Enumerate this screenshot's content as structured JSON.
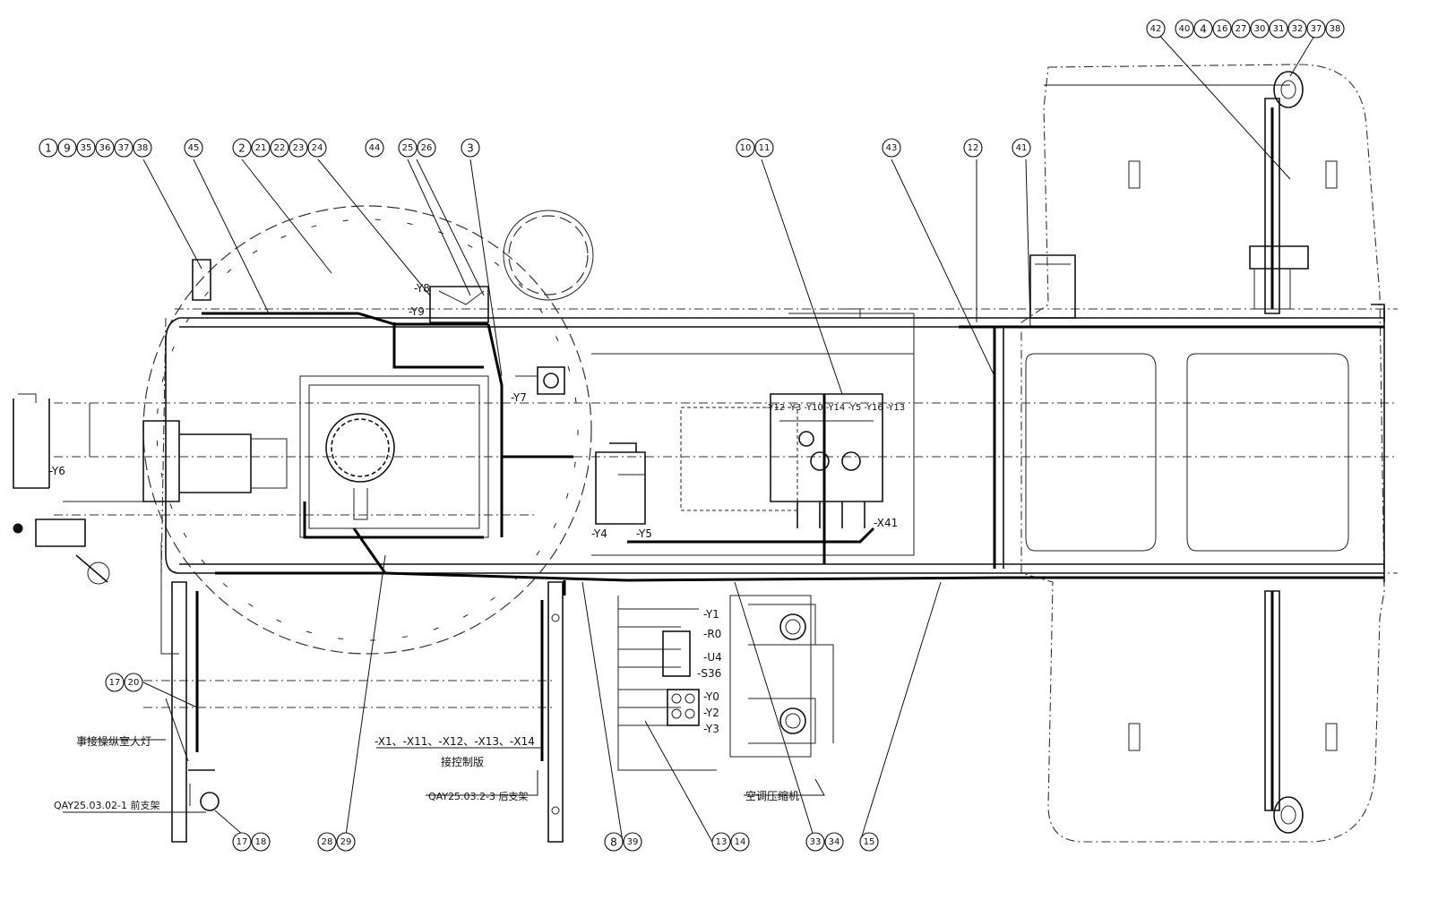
{
  "balloon_groups": [
    {
      "labels": [
        "1",
        "9",
        "35",
        "36",
        "37",
        "38"
      ]
    },
    {
      "labels": [
        "45"
      ]
    },
    {
      "labels": [
        "2",
        "21",
        "22",
        "23",
        "24"
      ]
    },
    {
      "labels": [
        "44"
      ]
    },
    {
      "labels": [
        "25",
        "26"
      ]
    },
    {
      "labels": [
        "3"
      ]
    },
    {
      "labels": [
        "10",
        "11"
      ]
    },
    {
      "labels": [
        "43"
      ]
    },
    {
      "labels": [
        "12"
      ]
    },
    {
      "labels": [
        "41"
      ]
    },
    {
      "labels": [
        "42"
      ]
    },
    {
      "labels": [
        "40",
        "4",
        "16",
        "27",
        "30",
        "31",
        "32",
        "37",
        "38"
      ]
    },
    {
      "labels": [
        "17",
        "20"
      ]
    },
    {
      "labels": [
        "17",
        "18"
      ]
    },
    {
      "labels": [
        "28",
        "29"
      ]
    },
    {
      "labels": [
        "8",
        "39"
      ]
    },
    {
      "labels": [
        "13",
        "14"
      ]
    },
    {
      "labels": [
        "33",
        "34"
      ]
    },
    {
      "labels": [
        "15"
      ]
    }
  ],
  "signals": {
    "y6": "-Y6",
    "y8": "-Y8",
    "y9": "-Y9",
    "y7": "-Y7",
    "y45": "-Y4",
    "y5": "-Y5",
    "x41": "-X41",
    "valve_row": "-Y12 -Y3 -Y10 -Y14 -Y5 -Y16 -Y13",
    "y1": "-Y1",
    "r0": "-R0",
    "u4": "-U4",
    "s36": "-S36",
    "y0": "-Y0",
    "y2": "-Y2",
    "y3": "-Y3"
  },
  "labels": {
    "cab_light": "事接操纵室大灯",
    "front_bracket": "QAY25.03.02-1  前支架",
    "rear_bracket": "QAY25.03.2-3  后支架",
    "connectors": "-X1、-X11、-X12、-X13、-X14",
    "control_panel": "接控制版",
    "compressor": "空调压缩机"
  }
}
